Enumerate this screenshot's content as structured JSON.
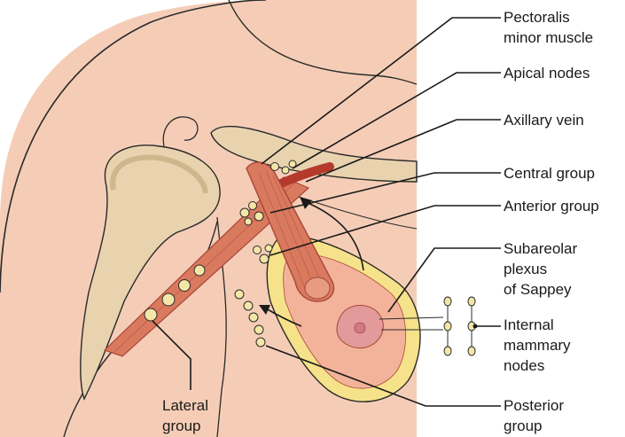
{
  "colors": {
    "skin": "#f5cdb6",
    "skin_light": "#fde3d3",
    "bone": "#e9d2ae",
    "bone_dark": "#b59a6c",
    "muscle": "#d9795e",
    "muscle_dark": "#a9473a",
    "vein": "#b53a2c",
    "node": "#f3e6a7",
    "fat": "#f6e28a",
    "breast": "#f3b39a",
    "areola": "#e29a9a",
    "outline": "#2a2a2a"
  },
  "labels": {
    "pectoralis": [
      "Pectoralis",
      "minor muscle"
    ],
    "apical": [
      "Apical nodes"
    ],
    "axillary_vein": [
      "Axillary vein"
    ],
    "central": [
      "Central group"
    ],
    "anterior": [
      "Anterior group"
    ],
    "subareolar": [
      "Subareolar",
      "plexus",
      "of Sappey"
    ],
    "internal_mammary": [
      "Internal",
      "mammary",
      "nodes"
    ],
    "lateral": [
      "Lateral",
      "group"
    ],
    "posterior": [
      "Posterior",
      "group"
    ]
  }
}
